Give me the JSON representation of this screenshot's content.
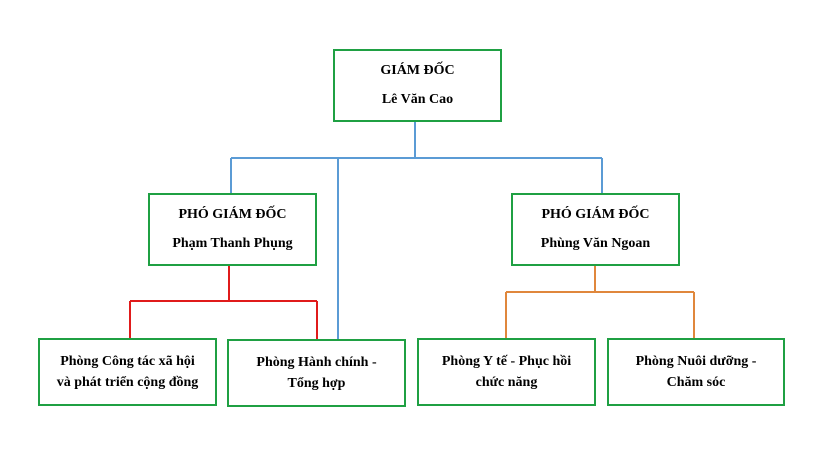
{
  "colors": {
    "box_border": "#1fa043",
    "blue_connector": "#5b9bd5",
    "red_connector": "#e01b1b",
    "orange_connector": "#e0873c"
  },
  "director": {
    "title": "GIÁM ĐỐC",
    "name": "Lê Văn Cao"
  },
  "deputy_left": {
    "title": "PHÓ GIÁM ĐỐC",
    "name": "Phạm Thanh Phụng"
  },
  "deputy_right": {
    "title": "PHÓ GIÁM ĐỐC",
    "name": "Phùng Văn Ngoan"
  },
  "departments": {
    "social": {
      "line1": "Phòng Công tác xã hội",
      "line2": "và phát triển cộng đồng"
    },
    "admin": {
      "line1": "Phòng Hành chính -",
      "line2": "Tổng hợp"
    },
    "medical": {
      "line1": "Phòng Y tế - Phục hồi",
      "line2": "chức năng"
    },
    "care": {
      "line1": "Phòng Nuôi dưỡng -",
      "line2": "Chăm sóc"
    }
  }
}
